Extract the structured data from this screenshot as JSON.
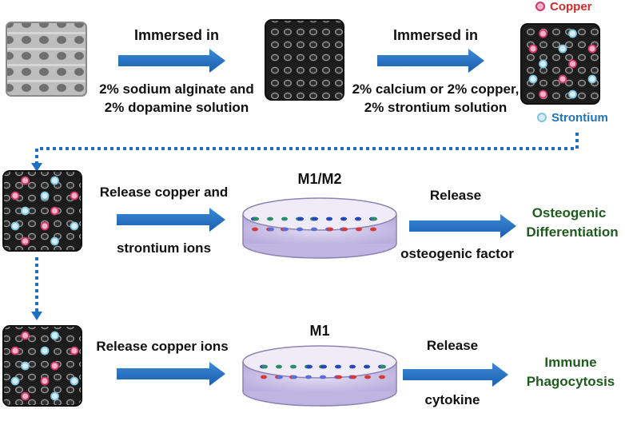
{
  "colors": {
    "arrow": "#1f6fc4",
    "dotted_line": "#1f6fc4",
    "copper": "#d4366a",
    "strontium": "#7ec6e0",
    "green_text": "#1e5c1e",
    "scaffold_gray": "#a8a8a8",
    "scaffold_black": "#1a1a1a",
    "dish": "#c9bfe6"
  },
  "legend": {
    "copper_label": "Copper",
    "strontium_label": "Strontium",
    "copper_icon": "copper-dot-icon",
    "strontium_icon": "strontium-dot-icon"
  },
  "row1": {
    "step1_title": "Immersed in",
    "step1_line1": "2% sodium alginate and",
    "step1_line2": "2% dopamine solution",
    "step2_title": "Immersed in",
    "step2_line1": "2% calcium or 2% copper,",
    "step2_line2": "2% strontium solution"
  },
  "row2": {
    "release_line1": "Release copper and",
    "release_line2": "strontium ions",
    "dish_label": "M1/M2",
    "release_title": "Release",
    "release_factor": "osteogenic factor",
    "outcome_line1": "Osteogenic",
    "outcome_line2": "Differentiation"
  },
  "row3": {
    "release_line1": "Release copper ions",
    "dish_label": "M1",
    "release_title": "Release",
    "release_factor": "cytokine",
    "outcome_line1": "Immune",
    "outcome_line2": "Phagocytosis"
  }
}
